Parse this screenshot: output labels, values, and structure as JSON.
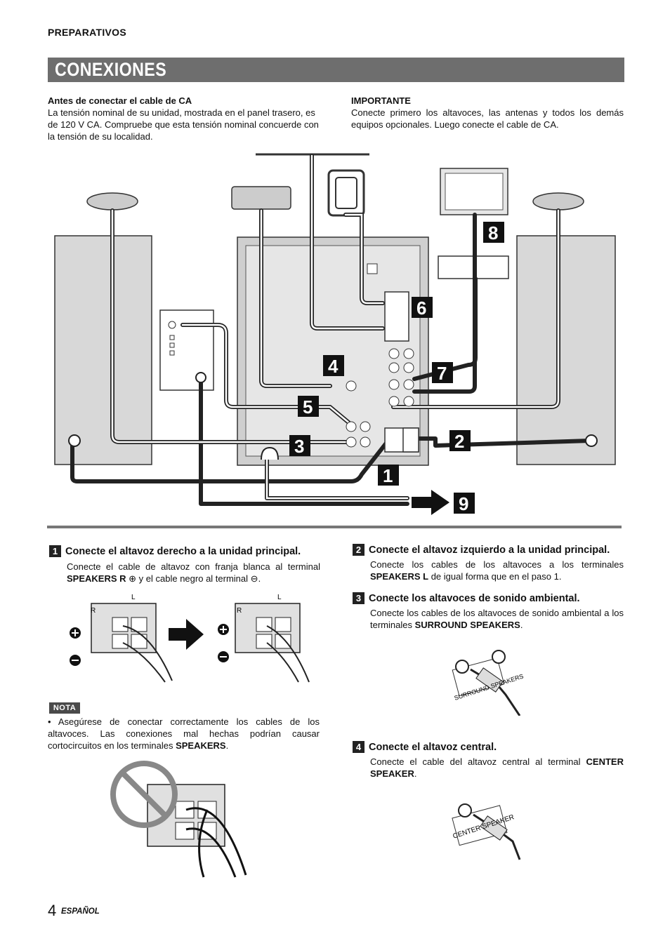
{
  "header": {
    "section_tag": "PREPARATIVOS",
    "page_title": "CONEXIONES"
  },
  "intro": {
    "left_heading": "Antes de conectar el cable de CA",
    "left_body": "La tensión nominal de su unidad, mostrada en el panel trasero, es de 120 V CA. Compruebe que esta tensión nominal concuerde con la tensión de su localidad.",
    "right_heading": "IMPORTANTE",
    "right_body": "Conecte primero los altavoces, las antenas y todos los demás equipos opcionales. Luego conecte el cable de CA."
  },
  "diagram": {
    "callouts": [
      "1",
      "2",
      "3",
      "4",
      "5",
      "6",
      "7",
      "8",
      "9"
    ]
  },
  "steps": {
    "s1": {
      "num": "1",
      "title": "Conecte el altavoz derecho a la unidad principal.",
      "body_a": "Conecte el cable de altavoz con franja blanca al terminal ",
      "body_b": "SPEAKERS R",
      "body_c": " y el cable negro al terminal ",
      "body_d": "."
    },
    "s2": {
      "num": "2",
      "title": "Conecte el altavoz izquierdo a la unidad principal.",
      "body_a": "Conecte los cables de los altavoces a los terminales ",
      "body_b": "SPEAKERS L",
      "body_c": " de igual forma que en el paso 1."
    },
    "s3": {
      "num": "3",
      "title": "Conecte los altavoces de sonido ambiental.",
      "body_a": "Conecte los cables de los altavoces de sonido ambiental a los terminales ",
      "body_b": "SURROUND SPEAKERS",
      "body_c": "."
    },
    "s4": {
      "num": "4",
      "title": "Conecte el altavoz central.",
      "body_a": "Conecte el cable del altavoz central al terminal ",
      "body_b": "CENTER SPEAKER",
      "body_c": "."
    }
  },
  "nota": {
    "badge": "NOTA",
    "body_a": "• Asegúrese de conectar correctamente los cables de los altavoces. Las conexiones mal hechas podrían causar cortocircuitos en los terminales ",
    "body_b": "SPEAKERS",
    "body_c": "."
  },
  "figures": {
    "terminal_r": "R",
    "terminal_l": "L",
    "surround_label": "SURROUND SPEAKERS",
    "center_label": "CENTER SPEAKER"
  },
  "footer": {
    "page_number": "4",
    "language": "ESPAÑOL"
  }
}
